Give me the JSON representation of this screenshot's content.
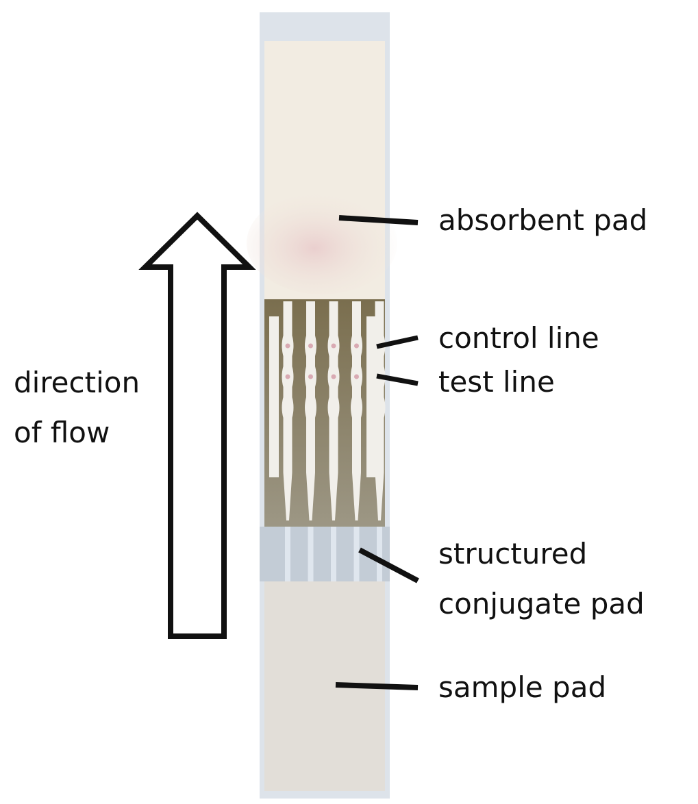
{
  "labels": {
    "absorbent_pad": "absorbent pad",
    "control_line": "control line",
    "test_line": "test line",
    "structured_conjugate_pad_line1": "structured",
    "structured_conjugate_pad_line2": "conjugate pad",
    "sample_pad": "sample pad",
    "direction_line1": "direction",
    "direction_line2": "of flow"
  },
  "colors": {
    "background": "#ffffff",
    "backing_strip": "#dde3ea",
    "absorbent_pad": "#f2ece2",
    "absorbent_pad_stain": "#e7c8c8",
    "membrane_dark": "#7a6e4e",
    "channel": "#f1efea",
    "line_dot": "#d9aab3",
    "conjugate_zone": "#c3ccd6",
    "sample_pad": "#e2ded8",
    "text": "#111111"
  },
  "channel_count": 5
}
